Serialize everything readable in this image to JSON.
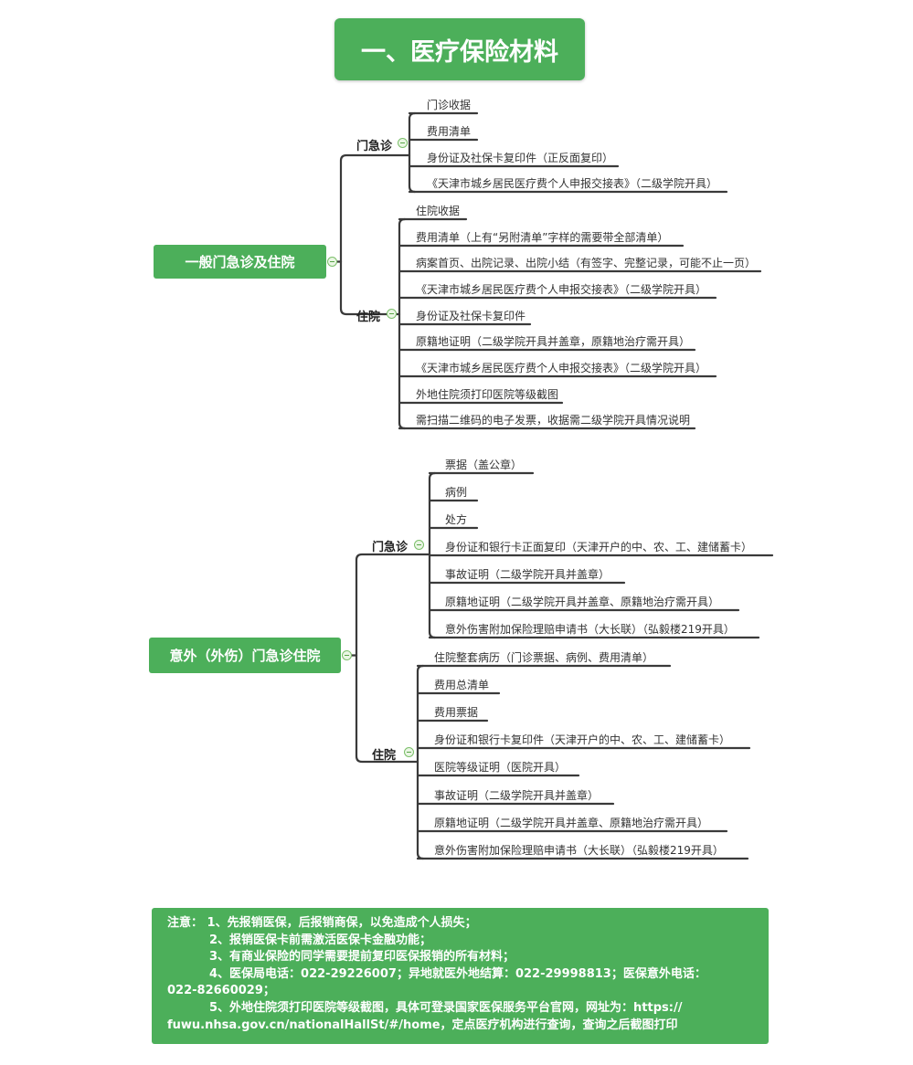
{
  "title": "一、医疗保险材料",
  "sections": [
    {
      "root": "一般门急诊及住院",
      "branches": [
        {
          "label": "门急诊",
          "items": [
            "门诊收据",
            "费用清单",
            "身份证及社保卡复印件（正反面复印）",
            "《天津市城乡居民医疗费个人申报交接表》（二级学院开具）"
          ]
        },
        {
          "label": "住院",
          "items": [
            "住院收据",
            "费用清单（上有“另附清单”字样的需要带全部清单）",
            "病案首页、出院记录、出院小结（有签字、完整记录，可能不止一页）",
            "《天津市城乡居民医疗费个人申报交接表》（二级学院开具）",
            "身份证及社保卡复印件",
            "原籍地证明（二级学院开具并盖章，原籍地治疗需开具）",
            "《天津市城乡居民医疗费个人申报交接表》（二级学院开具）",
            "外地住院须打印医院等级截图",
            "需扫描二维码的电子发票，收据需二级学院开具情况说明"
          ]
        }
      ]
    },
    {
      "root": "意外（外伤）门急诊住院",
      "branches": [
        {
          "label": "门急诊",
          "items": [
            "票据（盖公章）",
            "病例",
            "处方",
            "身份证和银行卡正面复印（天津开户的中、农、工、建储蓄卡）",
            "事故证明（二级学院开具并盖章）",
            "原籍地证明（二级学院开具并盖章、原籍地治疗需开具）",
            "意外伤害附加保险理赔申请书（大长联）（弘毅楼219开具）"
          ]
        },
        {
          "label": "住院",
          "items": [
            "住院整套病历（门诊票据、病例、费用清单）",
            "费用总清单",
            "费用票据",
            "身份证和银行卡复印件（天津开户的中、农、工、建储蓄卡）",
            "医院等级证明（医院开具）",
            "事故证明（二级学院开具并盖章）",
            "原籍地证明（二级学院开具并盖章、原籍地治疗需开具）",
            "意外伤害附加保险理赔申请书（大长联）（弘毅楼219开具）"
          ]
        }
      ]
    }
  ],
  "notes": [
    "注意： 1、先报销医保，后报销商保，以免造成个人损失；",
    "2、报销医保卡前需激活医保卡金融功能；",
    "3、有商业保险的同学需要提前复印医保报销的所有材料；",
    "4、医保局电话：022-29226007；异地就医外地结算：022-29998813；医保意外电话：",
    "022-82660029；",
    "5、外地住院须打印医院等级截图，具体可登录国家医保服务平台官网，网址为：https://",
    "fuwu.nhsa.gov.cn/nationalHallSt/#/home，定点医疗机构进行查询，查询之后截图打印"
  ],
  "colors": {
    "accent": "#4caf5a",
    "line": "#3a3a3a"
  }
}
